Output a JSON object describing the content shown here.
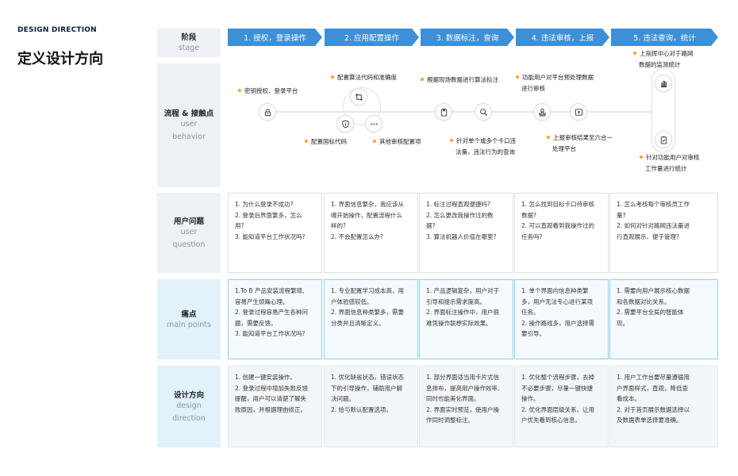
{
  "header": {
    "small": "DESIGN DIRECTION",
    "title": "定义设计方向"
  },
  "rows": {
    "stage": {
      "zh": "阶段",
      "en": "stage"
    },
    "behavior": {
      "zh": "流程 & 接触点",
      "en1": "user",
      "en2": "behavior"
    },
    "question": {
      "zh": "用户问题",
      "en1": "user",
      "en2": "question"
    },
    "pain": {
      "zh": "痛点",
      "en": "main points"
    },
    "design": {
      "zh": "设计方向",
      "en1": "design",
      "en2": "direction"
    }
  },
  "stages": [
    "1. 授权，登录操作",
    "2. 应用配置操作",
    "3. 数据标注，查询",
    "4. 违法审核，上报",
    "5. 违法查询，统计"
  ],
  "touchpoints": {
    "a1": "密钥授权、登录平台",
    "a2": "配置算法代码和准确度",
    "a3": "配置国标代码",
    "a4": "其他审核配置项",
    "a5": "根据现场数据进行算法标注",
    "a6_1": "针对单个或多个卡口违",
    "a6_2": "法量，违法行为的查询",
    "a7_1": "功能用户对平台预处理数据",
    "a7_2": "进行审核",
    "a8_1": "上报审核结果至六合一",
    "a8_2": "处理平台",
    "a9_1": "上指挥中心对于路网",
    "a9_2": "数据的监测统计",
    "a10_1": "针对功能用户对审核",
    "a10_2": "工作量进行统计"
  },
  "icons": [
    "lock-icon",
    "crop-icon",
    "shield-icon",
    "more-icon",
    "tag-icon",
    "search-icon",
    "stamp-icon",
    "upload-icon",
    "bar-chart-icon",
    "checklist-icon"
  ],
  "questions": [
    [
      "1. 为什么登录不成功?",
      "2. 登录后界面繁多，怎么",
      "用?",
      "3. 能知道平台工作状况吗?"
    ],
    [
      "1. 界面信息繁杂，我应该从",
      "哪开始操作，配置流程什么",
      "样的?",
      "2. 不会配置怎么办?"
    ],
    [
      "1. 标注过程直观便捷吗?",
      "2. 怎么更改我操作过的数",
      "据?",
      "3. 算法机器人价值在哪里?"
    ],
    [
      "1. 怎么找到目标卡口待审核",
      "数据?",
      "2. 可以直观看到我操作过的",
      "任务吗?"
    ],
    [
      "1. 怎么考核每个审核员工作",
      "量?",
      "2. 如何对针对路网违法量进",
      "行直观展示、便于管理?"
    ]
  ],
  "pains": [
    [
      "1.To B 产品安装流程繁琐,",
      "容易产生烦躁心理。",
      "2. 登录过程容易产生各种问",
      "题，需要反馈。",
      "3. 能知道平台工作状况吗?"
    ],
    [
      "1. 专业配置学习成本高，用",
      "户体验感较低。",
      "2. 界面信息种类繁多，需要",
      "分类并且清晰定义。"
    ],
    [
      "1. 产品逻辑复杂，用户对于",
      "引导和提示需求度高。",
      "2. 界面标注操作中，用户很",
      "难凭操作联想实际效果。"
    ],
    [
      "1. 单个界面内信息种类繁",
      "多，用户无法专心进行某项",
      "任务。",
      "2. 操作路线多，用户选择需",
      "要引导。"
    ],
    [
      "1. 需要向用户展示核心数据",
      "和各数据对比关系。",
      "2. 需要平台全局的智能体",
      "现。"
    ]
  ],
  "designs": [
    [
      "1. 创建一键安装操作。",
      "2. 登录过程中增加失败反馈",
      "提醒，用户可以清楚了解失",
      "败原因，并根据理由修正。"
    ],
    [
      "1. 优化缺省状态，错误状态",
      "下的引导操作，辅助用户解",
      "决问题。",
      "2. 给与默认配置选项。"
    ],
    [
      "1. 部分界面适当用卡片式信",
      "息排布，提高用户操作效率,",
      "同时也能美化界面。",
      "2. 界面实时预览，使用户操",
      "作同时调整标注。"
    ],
    [
      "1. 优化整个流程步骤，去掉",
      "不必要步骤，尽量一键快捷",
      "操作。",
      "2. 优化界面层级关系，让用",
      "户优先看到核心信息。"
    ],
    [
      "1. 用户工作台要尽量遵循用",
      "户界面样式，直观，降低查",
      "看成本。",
      "2. 对于首页展示数据选择以",
      "及数据表单选择要准确。"
    ]
  ],
  "colors": {
    "stage": "#3d8fd6",
    "accentDot": "#f5a623",
    "labelGray": "#eef1f5",
    "labelBlue": "#e1f2fb",
    "painBorder": "#8fd0ee"
  }
}
